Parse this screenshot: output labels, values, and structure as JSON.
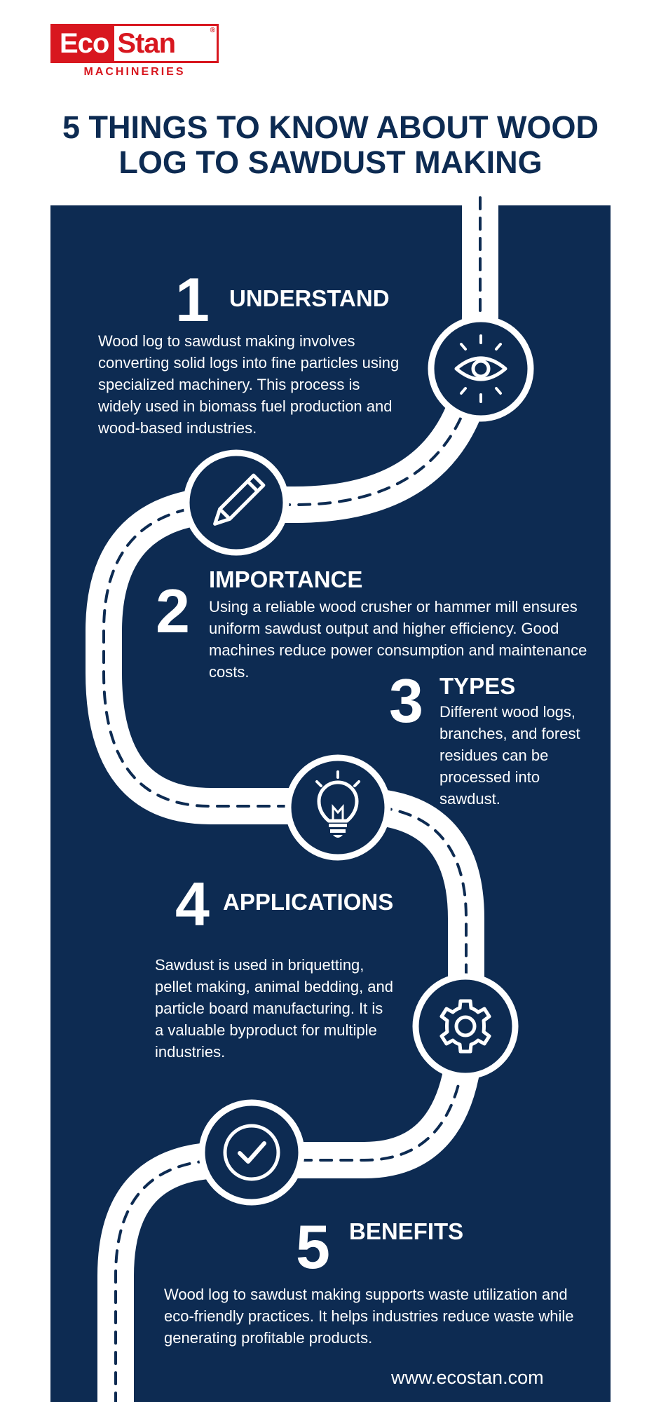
{
  "brand": {
    "logo_part1": "Eco",
    "logo_part2": "Stan",
    "registered_mark": "®",
    "subtitle": "MACHINERIES",
    "red": "#d8171f"
  },
  "title": "5 THINGS TO KNOW ABOUT WOOD LOG TO SAWDUST MAKING",
  "colors": {
    "navy": "#0d2b52",
    "white": "#ffffff"
  },
  "sections": [
    {
      "number": "1",
      "heading": "UNDERSTAND",
      "text": "Wood log to sawdust making involves converting solid logs into fine particles using specialized machinery. This process is widely used in biomass fuel production and wood-based industries.",
      "icon": "eye-icon"
    },
    {
      "number": "2",
      "heading": "IMPORTANCE",
      "text": "Using a reliable wood crusher or hammer mill ensures uniform sawdust output and higher efficiency. Good machines reduce power consumption and maintenance costs.",
      "icon": "pencil-icon"
    },
    {
      "number": "3",
      "heading": "TYPES",
      "text": "Different wood logs, branches, and forest residues can be processed into sawdust.",
      "icon": "lightbulb-icon"
    },
    {
      "number": "4",
      "heading": "APPLICATIONS",
      "text": "Sawdust is used in briquetting, pellet making, animal bedding, and particle board manufacturing. It is a valuable byproduct for multiple industries.",
      "icon": "gear-icon"
    },
    {
      "number": "5",
      "heading": "BENEFITS",
      "text": "Wood log to sawdust making supports waste utilization and eco-friendly practices. It helps industries reduce waste while generating profitable products.",
      "icon": "checkmark-icon"
    }
  ],
  "footer": {
    "url": "www.ecostan.com"
  }
}
